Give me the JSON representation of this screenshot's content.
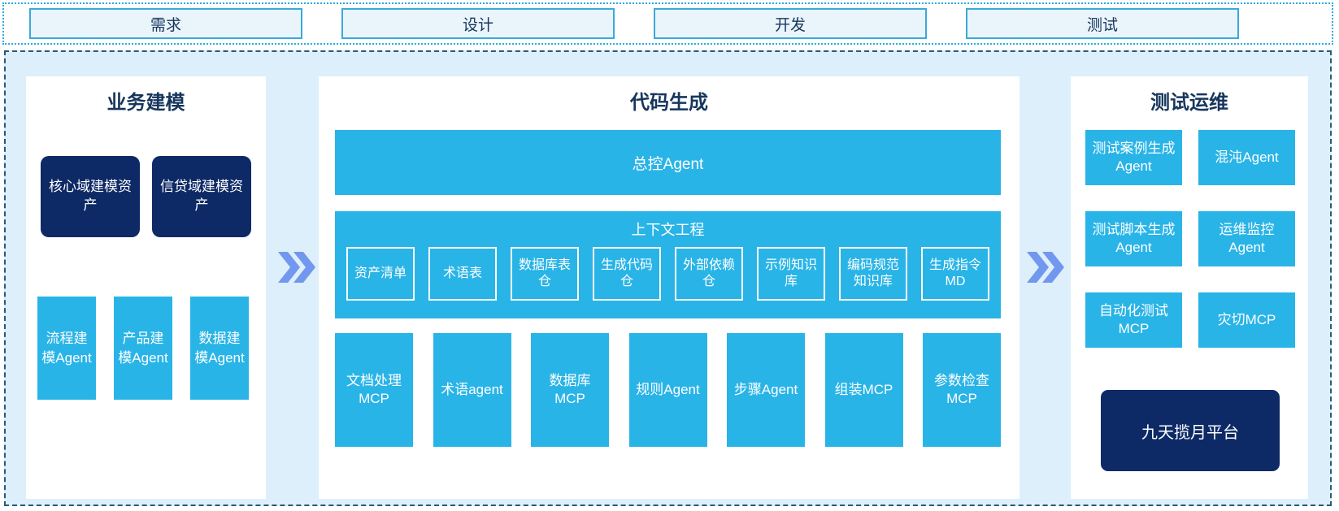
{
  "colors": {
    "cyan": "#29b4e7",
    "navy": "#0e2a66",
    "chevron_blue": "#7297ee",
    "container_bg": "#ddeffa",
    "strip_border": "#2aacdf",
    "container_border": "#2b5877",
    "phase_box_bg": "#eaf5fb",
    "phase_box_border": "#3aa9d9",
    "title_text": "#17365d"
  },
  "phases": [
    "需求",
    "设计",
    "开发",
    "测试"
  ],
  "business": {
    "title": "业务建模",
    "assets": [
      "核心域建模资产",
      "信贷域建模资产"
    ],
    "agents": [
      "流程建模Agent",
      "产品建模Agent",
      "数据建模Agent"
    ]
  },
  "codegen": {
    "title": "代码生成",
    "master_agent": "总控Agent",
    "context": {
      "title": "上下文工程",
      "items": [
        "资产清单",
        "术语表",
        "数据库表仓",
        "生成代码仓",
        "外部依赖仓",
        "示例知识库",
        "编码规范知识库",
        "生成指令MD"
      ]
    },
    "workers": [
      "文档处理MCP",
      "术语agent",
      "数据库MCP",
      "规则Agent",
      "步骤Agent",
      "组装MCP",
      "参数检查MCP"
    ]
  },
  "testops": {
    "title": "测试运维",
    "boxes": [
      "测试案例生成Agent",
      "混沌Agent",
      "测试脚本生成Agent",
      "运维监控Agent",
      "自动化测试MCP",
      "灾切MCP"
    ],
    "platform": "九天揽月平台"
  }
}
